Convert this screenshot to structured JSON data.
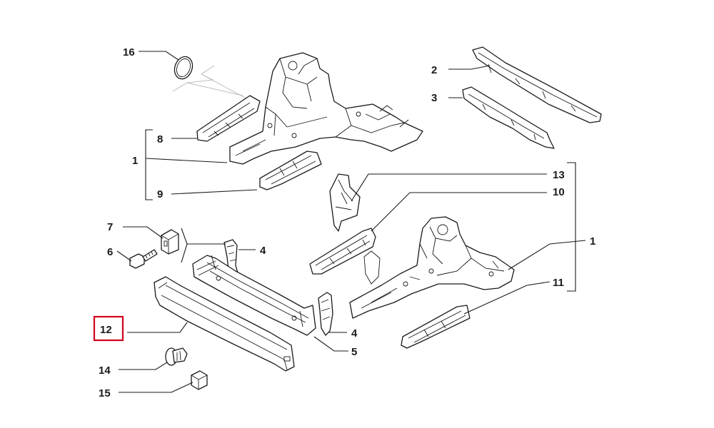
{
  "callouts": {
    "c1a": "1",
    "c1b": "1",
    "c2": "2",
    "c3": "3",
    "c4a": "4",
    "c4b": "4",
    "c5": "5",
    "c6": "6",
    "c7": "7",
    "c8": "8",
    "c9": "9",
    "c10": "10",
    "c11": "11",
    "c12": "12",
    "c13": "13",
    "c14": "14",
    "c15": "15",
    "c16": "16"
  },
  "highlight": {
    "callout": "12",
    "color": "#d0021b"
  },
  "colors": {
    "line": "#1a1a1a",
    "background": "#ffffff",
    "ghost": "#b8b8b8"
  }
}
